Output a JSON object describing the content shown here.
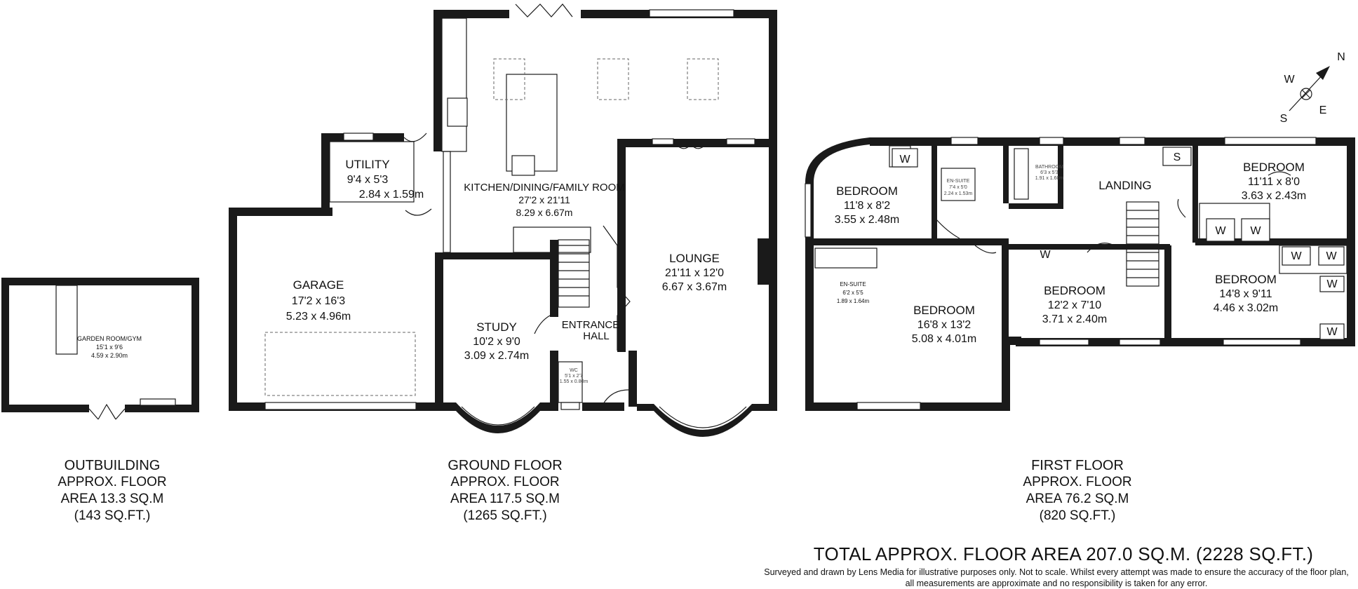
{
  "compass": {
    "n": "N",
    "s": "S",
    "e": "E",
    "w": "W"
  },
  "outbuilding": {
    "title": "OUTBUILDING",
    "area_line1": "APPROX. FLOOR",
    "area_line2": "AREA 13.3 SQ.M",
    "area_line3": "(143 SQ.FT.)",
    "rooms": [
      {
        "name": "GARDEN ROOM/GYM",
        "imperial": "15'1 x 9'6",
        "metric": "4.59 x 2.90m"
      }
    ]
  },
  "ground_floor": {
    "title": "GROUND FLOOR",
    "area_line1": "APPROX. FLOOR",
    "area_line2": "AREA 117.5 SQ.M",
    "area_line3": "(1265 SQ.FT.)",
    "rooms": {
      "utility": {
        "name": "UTILITY",
        "imperial": "9'4 x 5'3",
        "metric": "2.84 x 1.59m"
      },
      "kitchen": {
        "name": "KITCHEN/DINING/FAMILY ROOM",
        "imperial": "27'2 x 21'11",
        "metric": "8.29 x 6.67m"
      },
      "garage": {
        "name": "GARAGE",
        "imperial": "17'2 x 16'3",
        "metric": "5.23 x 4.96m"
      },
      "lounge": {
        "name": "LOUNGE",
        "imperial": "21'11 x 12'0",
        "metric": "6.67 x 3.67m"
      },
      "study": {
        "name": "STUDY",
        "imperial": "10'2 x 9'0",
        "metric": "3.09 x 2.74m"
      },
      "hall_line1": "ENTRANCE",
      "hall_line2": "HALL",
      "wc": {
        "name": "WC",
        "imperial": "5'1 x 2'7",
        "metric": "1.55 x 0.80m"
      }
    }
  },
  "first_floor": {
    "title": "FIRST FLOOR",
    "area_line1": "APPROX. FLOOR",
    "area_line2": "AREA 76.2 SQ.M",
    "area_line3": "(820 SQ.FT.)",
    "rooms": {
      "bed1": {
        "name": "BEDROOM",
        "imperial": "11'8 x 8'2",
        "metric": "3.55 x 2.48m"
      },
      "ensuite1": {
        "name": "EN-SUITE",
        "imperial": "7'4 x 5'0",
        "metric": "2.24 x 1.53m"
      },
      "bathroom": {
        "name": "BATHROOM",
        "imperial": "6'3 x 5'3",
        "metric": "1.91 x 1.60m"
      },
      "landing": {
        "name": "LANDING"
      },
      "bed2": {
        "name": "BEDROOM",
        "imperial": "11'11 x 8'0",
        "metric": "3.63 x 2.43m"
      },
      "ensuite2": {
        "name": "EN-SUITE",
        "imperial": "6'2 x 5'5",
        "metric": "1.89 x 1.64m"
      },
      "bed3": {
        "name": "BEDROOM",
        "imperial": "16'8 x 13'2",
        "metric": "5.08 x 4.01m"
      },
      "bed4": {
        "name": "BEDROOM",
        "imperial": "12'2 x 7'10",
        "metric": "3.71 x 2.40m"
      },
      "bed5": {
        "name": "BEDROOM",
        "imperial": "14'8 x 9'11",
        "metric": "4.46 x 3.02m"
      }
    },
    "wardrobe": "W",
    "store": "S"
  },
  "total": "TOTAL APPROX. FLOOR AREA 207.0 SQ.M. (2228 SQ.FT.)",
  "disclaimer_line1": "Surveyed and drawn by Lens Media for illustrative purposes only. Not to scale. Whilst every attempt was made to ensure the accuracy of the floor plan,",
  "disclaimer_line2": "all measurements are approximate and no responsibility is taken for any error."
}
